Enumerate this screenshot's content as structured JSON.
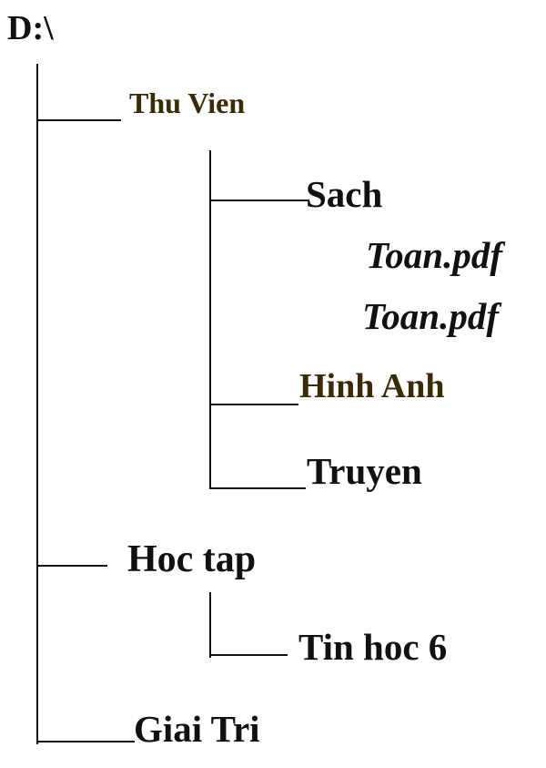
{
  "tree": {
    "root": {
      "label": "D:\\"
    },
    "thu_vien": {
      "label": "Thu Vien",
      "children": {
        "sach": {
          "label": "Sach",
          "files": [
            "Toan.pdf",
            "Toan.pdf"
          ]
        },
        "hinh_anh": {
          "label": "Hinh Anh"
        },
        "truyen": {
          "label": "Truyen"
        }
      }
    },
    "hoc_tap": {
      "label": "Hoc tap",
      "children": {
        "tin_hoc_6": {
          "label": "Tin hoc 6"
        }
      }
    },
    "giai_tri": {
      "label": "Giai Tri"
    }
  },
  "colors": {
    "line": "#111111",
    "text": "#111111",
    "accent_text": "#3a2a05"
  }
}
